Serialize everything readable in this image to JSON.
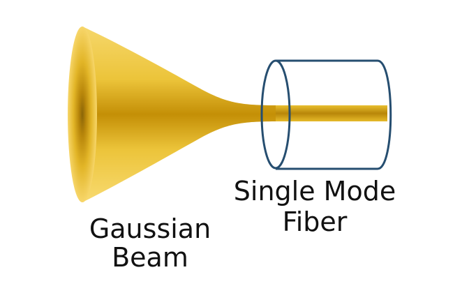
{
  "diagram": {
    "labels": {
      "gaussian_beam_line1": "Gaussian",
      "gaussian_beam_line2": "Beam",
      "fiber_line1": "Single Mode",
      "fiber_line2": "Fiber"
    },
    "colors": {
      "beam_gold": "#e3b21f",
      "beam_highlight": "#f7d76a",
      "beam_dark": "#b8860b",
      "fiber_outline": "#264e70",
      "text": "#111111"
    }
  }
}
